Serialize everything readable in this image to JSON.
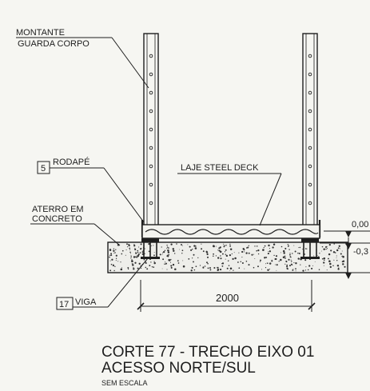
{
  "labels": {
    "montante": "MONTANTE",
    "guarda_corpo": "GUARDA CORPO",
    "rodape_num": "5",
    "rodape": "RODAPÉ",
    "laje": "LAJE STEEL DECK",
    "aterro1": "ATERRO EM",
    "aterro2": "CONCRETO",
    "viga_num": "17",
    "viga": "VIGA"
  },
  "dimension": {
    "span": "2000"
  },
  "levels": {
    "top": "0,00",
    "bottom": "-0,3"
  },
  "title": {
    "line1": "CORTE 77 - TRECHO EIXO 01",
    "line2": "ACESSO NORTE/SUL",
    "scale": "SEM ESCALA"
  }
}
